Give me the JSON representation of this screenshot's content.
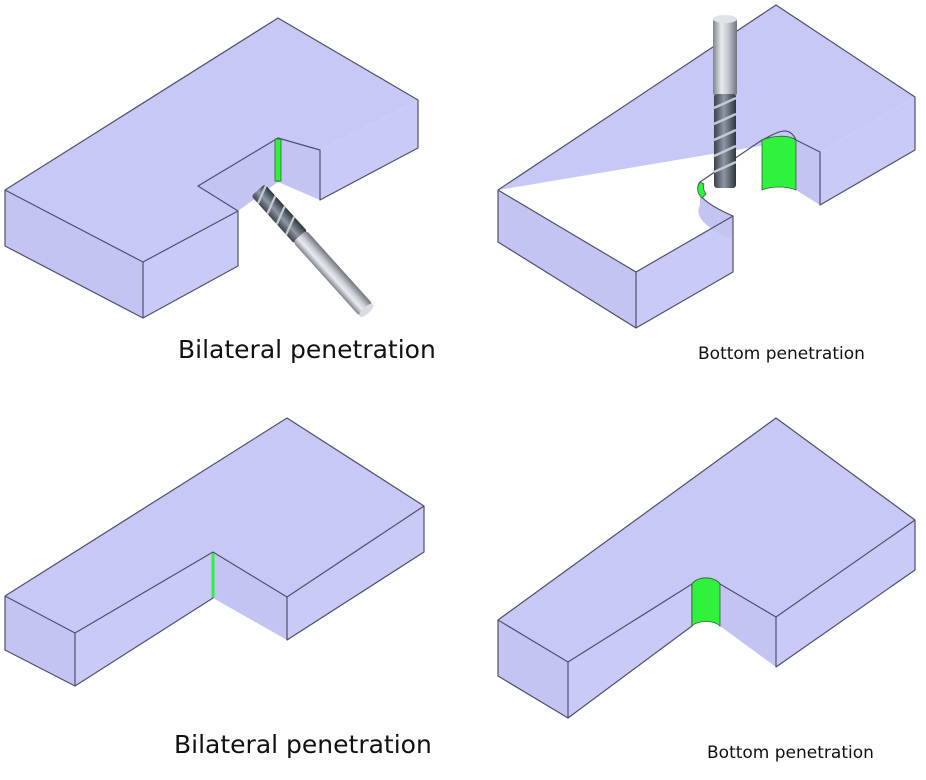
{
  "captions": {
    "top_left": "Bilateral penetration",
    "top_right": "Bottom penetration",
    "bottom_left": "Bilateral penetration",
    "bottom_right": "Bottom penetration"
  },
  "colors": {
    "block_face": "#c8c8f6",
    "block_edge": "#4f4f6e",
    "penetration_highlight": "#2ef23c",
    "tool_body": "#8a9099"
  },
  "icons": {
    "tool": "end-mill-cutter-icon"
  }
}
